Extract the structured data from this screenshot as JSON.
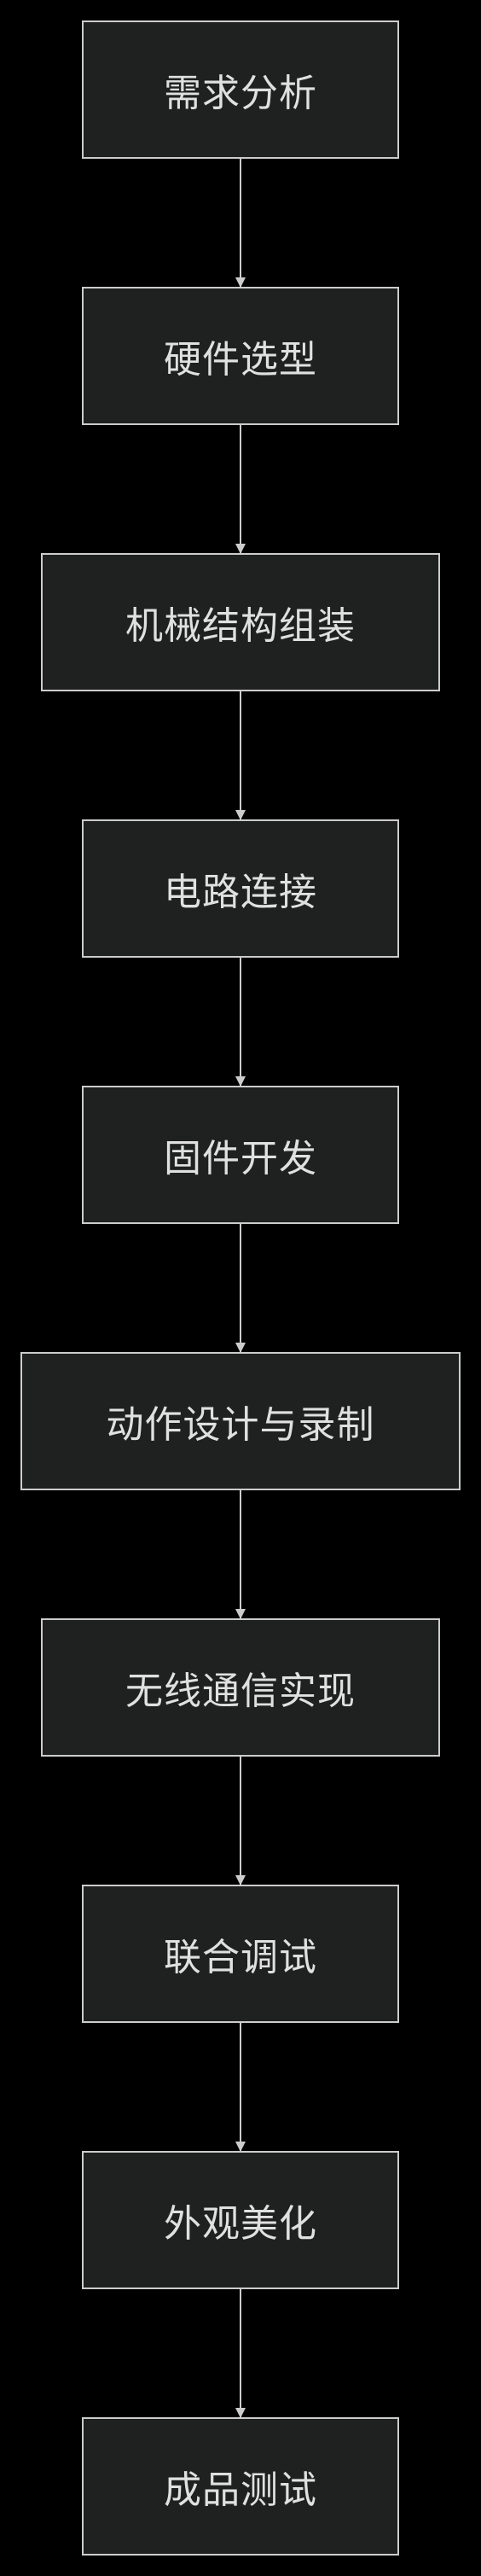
{
  "diagram": {
    "type": "flowchart",
    "direction": "top-to-bottom",
    "colors": {
      "background": "#000000",
      "node_fill": "#1f2020",
      "node_border": "#cccccc",
      "node_text": "#e0e0e0",
      "edge": "#cccccc"
    },
    "nodes": [
      {
        "label": "需求分析"
      },
      {
        "label": "硬件选型"
      },
      {
        "label": "机械结构组装"
      },
      {
        "label": "电路连接"
      },
      {
        "label": "固件开发"
      },
      {
        "label": "动作设计与录制"
      },
      {
        "label": "无线通信实现"
      },
      {
        "label": "联合调试"
      },
      {
        "label": "外观美化"
      },
      {
        "label": "成品测试"
      }
    ],
    "edges": [
      {
        "from": 0,
        "to": 1
      },
      {
        "from": 1,
        "to": 2
      },
      {
        "from": 2,
        "to": 3
      },
      {
        "from": 3,
        "to": 4
      },
      {
        "from": 4,
        "to": 5
      },
      {
        "from": 5,
        "to": 6
      },
      {
        "from": 6,
        "to": 7
      },
      {
        "from": 7,
        "to": 8
      },
      {
        "from": 8,
        "to": 9
      }
    ]
  }
}
